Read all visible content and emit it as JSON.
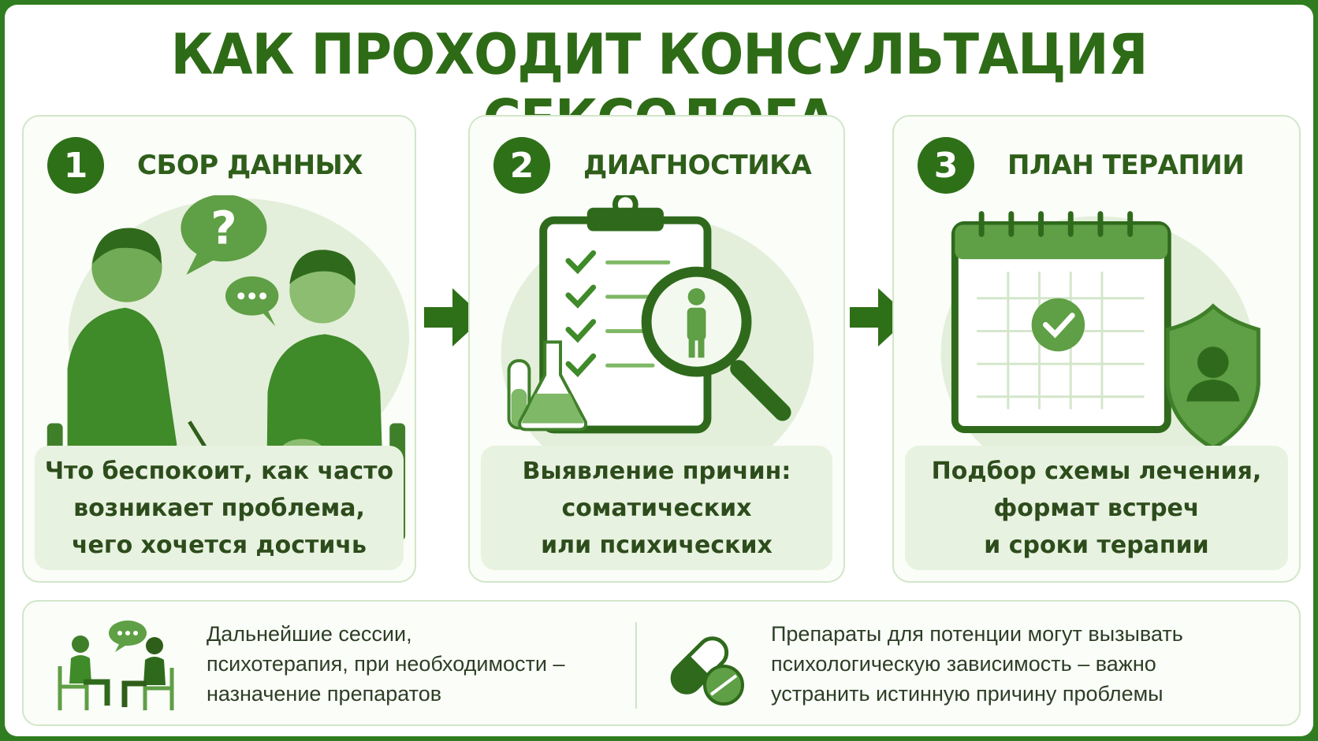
{
  "title": "КАК ПРОХОДИТ КОНСУЛЬТАЦИЯ СЕКСОЛОГА",
  "colors": {
    "primary": "#2e7018",
    "light": "#e8f2e0",
    "border": "#d2e6c8",
    "background": "#2f7d20"
  },
  "steps": [
    {
      "number": "1",
      "title": "СБОР ДАННЫХ",
      "icon": "conversation-icon",
      "description": "Что беспокоит, как часто\nвозникает проблема,\nчего хочется достичь"
    },
    {
      "number": "2",
      "title": "ДИАГНОСТИКА",
      "icon": "clipboard-magnifier-icon",
      "description": "Выявление причин:\nсоматических\nили психических"
    },
    {
      "number": "3",
      "title": "ПЛАН ТЕРАПИИ",
      "icon": "calendar-shield-icon",
      "description": "Подбор схемы лечения,\nформат встреч\nи сроки терапии"
    }
  ],
  "bottom": {
    "left": {
      "icon": "therapy-session-icon",
      "text": "Дальнейшие сессии,\nпсихотерапия, при необходимости –\nназначение препаратов"
    },
    "right": {
      "icon": "pills-icon",
      "text": "Препараты для потенции могут вызывать\nпсихологическую зависимость – важно\nустранить истинную причину проблемы"
    }
  }
}
